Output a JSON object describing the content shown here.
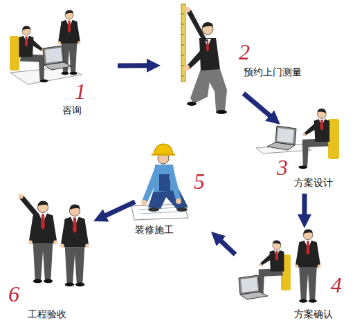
{
  "diagram": {
    "nodes": [
      {
        "text": [
          "1",
          "咨询"
        ]
      },
      {
        "text": [
          "2",
          "预约上门测量"
        ]
      },
      {
        "text": [
          "3",
          "方案设计"
        ]
      },
      {
        "text": [
          "4",
          "方案确认"
        ]
      },
      {
        "text": [
          "5",
          "装修施工"
        ]
      },
      {
        "text": [
          "6",
          "工程验收"
        ]
      }
    ],
    "edges": [
      {
        "from": 0,
        "to": 1,
        "arrow": "to"
      },
      {
        "from": 1,
        "to": 2,
        "arrow": "to"
      },
      {
        "from": 2,
        "to": 3,
        "arrow": "to"
      },
      {
        "from": 3,
        "to": 4,
        "arrow": "to"
      },
      {
        "from": 4,
        "to": 5,
        "arrow": "to"
      }
    ]
  }
}
